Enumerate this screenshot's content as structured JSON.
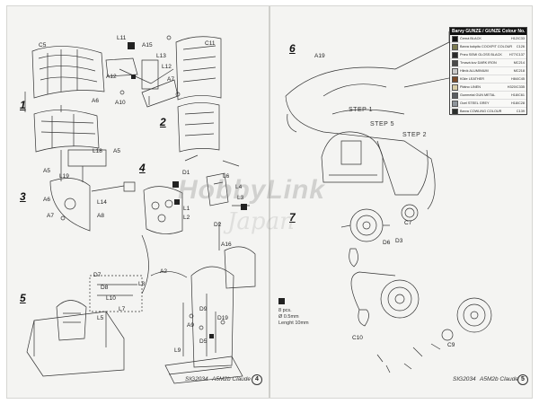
{
  "left_page": {
    "steps": [
      "1",
      "2",
      "3",
      "4",
      "5"
    ],
    "labels": [
      "C5",
      "L11",
      "A15",
      "C11",
      "A12",
      "A6",
      "A10",
      "L13",
      "L12",
      "A7",
      "L18",
      "A5",
      "A5",
      "L19",
      "A6",
      "A7",
      "L14",
      "A8",
      "D1",
      "L6",
      "L4",
      "L3",
      "L1",
      "L2",
      "A16",
      "D2",
      "A2",
      "D7",
      "D8",
      "D9",
      "D19",
      "L8",
      "L10",
      "L7",
      "L5",
      "A9",
      "D5",
      "L9"
    ],
    "footer_code": "SIG2034",
    "footer_title": "A5M2b Claude",
    "page_number": "4"
  },
  "right_page": {
    "steps": [
      "6",
      "7"
    ],
    "labels": [
      "A19",
      "C7",
      "D6",
      "D3",
      "C10",
      "C9"
    ],
    "callouts": [
      "STEP 1",
      "STEP 5",
      "STEP 2"
    ],
    "pe_note": {
      "line1": "8 pcs.",
      "line2": "Ø 0.5mm",
      "line3": "Lenght 10mm"
    },
    "footer_code": "SIG2034",
    "footer_title": "A5M2b Claude",
    "page_number": "5"
  },
  "paint_table": {
    "title": "Barvy GUNZE / GUNZE Colour No.",
    "rows": [
      {
        "name": "Černá BLACK",
        "code": "H12/C33",
        "color": "#111111"
      },
      {
        "name": "Barva kokpitu COCKPIT COLOUR",
        "code": "C126",
        "color": "#7b7a4e"
      },
      {
        "name": "Pneu SEMI GLOSS BLACK",
        "code": "H77/C137",
        "color": "#2a2a2a"
      },
      {
        "name": "Tmavá kov DARK IRON",
        "code": "MC214",
        "color": "#4b4b4b"
      },
      {
        "name": "Hliník ALUMINIUM",
        "code": "MC218",
        "color": "#c9c9c9"
      },
      {
        "name": "Kůže LEATHER",
        "code": "H84/C45",
        "color": "#7a4b2a"
      },
      {
        "name": "Plátno LINEN",
        "code": "H320/C335",
        "color": "#d8cda6"
      },
      {
        "name": "Gunmetal GUN METAL",
        "code": "H18/C61",
        "color": "#5a5d60"
      },
      {
        "name": "Ocel STEEL GREY",
        "code": "H18/C28",
        "color": "#8f959b"
      },
      {
        "name": "Barva COWLING COLOUR",
        "code": "C139",
        "color": "#2b2f2c"
      }
    ]
  },
  "watermark": {
    "brand": "HobbyLink",
    "sub": "Japan"
  },
  "colors": {
    "paper": "#f4f4f2",
    "line": "#333333",
    "accent_black": "#111111"
  }
}
